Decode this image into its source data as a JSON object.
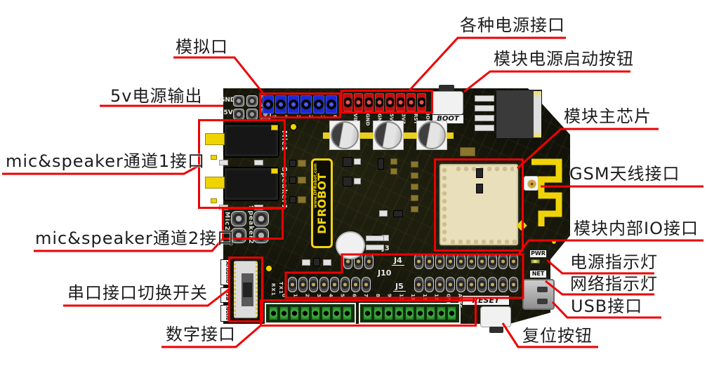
{
  "annotations": {
    "analog_port": "模拟口",
    "power_5v_output": "5v电源输出",
    "mic_speaker_ch1": "mic&speaker通道1接口",
    "mic_speaker_ch2": "mic&speaker通道2接口",
    "serial_switch": "串口接口切换开关",
    "digital_port": "数字接口",
    "various_power": "各种电源接口",
    "module_power_button": "模块电源启动按钮",
    "module_chip": "模块主芯片",
    "gsm_antenna": "GSM天线接口",
    "module_io": "模块内部IO接口",
    "power_led": "电源指示灯",
    "network_led": "网络指示灯",
    "usb_port": "USB接口",
    "reset_button": "复位按钮"
  },
  "board": {
    "silkscreen": {
      "gnd": "GND",
      "plus5v": "+5V",
      "boot": "BOOT",
      "reset": "RESET",
      "pwr": "PWR",
      "net": "NET",
      "j3": "J3",
      "j4": "J4",
      "j10": "J10",
      "j5": "J5",
      "mic1": "Mic1",
      "speaker1": "Speaker1",
      "mic2": "Mic2",
      "speaker2": "Speaker2",
      "rx1": "RX1",
      "tx1": "TX1",
      "logo": "DFROBOT",
      "logo_url": "www.DFRobot.com",
      "switch_labels": [
        "Arduino",
        "USB",
        "None"
      ],
      "analog_pins": [
        "5",
        "4",
        "3",
        "2",
        "1",
        "0"
      ],
      "power_pins": [
        "VIN",
        "GND",
        "GND",
        "5V",
        "3V3",
        "RST",
        "IOREF"
      ],
      "digital_pins": [
        "0",
        "1",
        "2",
        "3",
        "4",
        "5",
        "6",
        "7",
        "8",
        "9",
        "10",
        "11",
        "12",
        "13",
        "GND",
        "AREF"
      ]
    }
  },
  "colors": {
    "annotation_red": "#ee0000",
    "pcb_black": "#12120a",
    "header_blue": "#1b2ace",
    "header_red": "#c00e0e",
    "terminal_green": "#2b832b",
    "silk_yellow": "#f2d50a",
    "module_beige": "#e9dfba"
  }
}
